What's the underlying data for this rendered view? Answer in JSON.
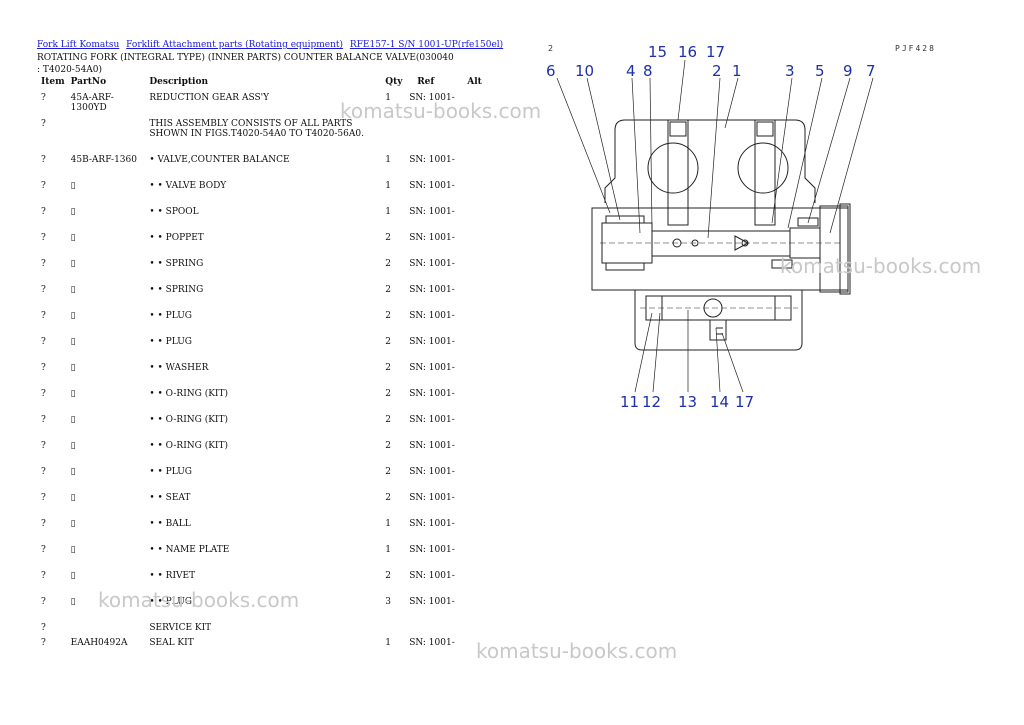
{
  "breadcrumbs": [
    "Fork Lift Komatsu",
    "Forklift Attachment parts (Rotating equipment)",
    "RFE157-1 S/N 1001-UP(rfe150el)"
  ],
  "title": "ROTATING FORK (INTEGRAL TYPE) (INNER PARTS) COUNTER BALANCE VALVE(030040 : T4020-54A0)",
  "columns": {
    "item": "Item",
    "partno": "PartNo",
    "description": "Description",
    "qty": "Qty",
    "ref": "Ref",
    "alt": "Alt"
  },
  "rows": [
    {
      "item": "?",
      "partno": "45A-ARF-1300YD",
      "description": "REDUCTION GEAR ASS'Y",
      "qty": "1",
      "ref": "SN: 1001-",
      "alt": ""
    },
    {
      "item": "?",
      "partno": "",
      "description": "THIS ASSEMBLY CONSISTS OF ALL PARTS SHOWN IN FIGS.T4020-54A0 TO T4020-56A0.",
      "qty": "",
      "ref": "",
      "alt": ""
    },
    {
      "item": "?",
      "partno": "45B-ARF-1360",
      "description": "• VALVE,COUNTER BALANCE",
      "qty": "1",
      "ref": "SN: 1001-",
      "alt": ""
    },
    {
      "item": "?",
      "partno": "▯",
      "description": "• • VALVE BODY",
      "qty": "1",
      "ref": "SN: 1001-",
      "alt": ""
    },
    {
      "item": "?",
      "partno": "▯",
      "description": "• • SPOOL",
      "qty": "1",
      "ref": "SN: 1001-",
      "alt": ""
    },
    {
      "item": "?",
      "partno": "▯",
      "description": "• • POPPET",
      "qty": "2",
      "ref": "SN: 1001-",
      "alt": ""
    },
    {
      "item": "?",
      "partno": "▯",
      "description": "• • SPRING",
      "qty": "2",
      "ref": "SN: 1001-",
      "alt": ""
    },
    {
      "item": "?",
      "partno": "▯",
      "description": "• • SPRING",
      "qty": "2",
      "ref": "SN: 1001-",
      "alt": ""
    },
    {
      "item": "?",
      "partno": "▯",
      "description": "• • PLUG",
      "qty": "2",
      "ref": "SN: 1001-",
      "alt": ""
    },
    {
      "item": "?",
      "partno": "▯",
      "description": "• • PLUG",
      "qty": "2",
      "ref": "SN: 1001-",
      "alt": ""
    },
    {
      "item": "?",
      "partno": "▯",
      "description": "• • WASHER",
      "qty": "2",
      "ref": "SN: 1001-",
      "alt": ""
    },
    {
      "item": "?",
      "partno": "▯",
      "description": "• • O-RING (KIT)",
      "qty": "2",
      "ref": "SN: 1001-",
      "alt": ""
    },
    {
      "item": "?",
      "partno": "▯",
      "description": "• • O-RING (KIT)",
      "qty": "2",
      "ref": "SN: 1001-",
      "alt": ""
    },
    {
      "item": "?",
      "partno": "▯",
      "description": "• • O-RING (KIT)",
      "qty": "2",
      "ref": "SN: 1001-",
      "alt": ""
    },
    {
      "item": "?",
      "partno": "▯",
      "description": "• • PLUG",
      "qty": "2",
      "ref": "SN: 1001-",
      "alt": ""
    },
    {
      "item": "?",
      "partno": "▯",
      "description": "• • SEAT",
      "qty": "2",
      "ref": "SN: 1001-",
      "alt": ""
    },
    {
      "item": "?",
      "partno": "▯",
      "description": "• • BALL",
      "qty": "1",
      "ref": "SN: 1001-",
      "alt": ""
    },
    {
      "item": "?",
      "partno": "▯",
      "description": "• • NAME PLATE",
      "qty": "1",
      "ref": "SN: 1001-",
      "alt": ""
    },
    {
      "item": "?",
      "partno": "▯",
      "description": "• • RIVET",
      "qty": "2",
      "ref": "SN: 1001-",
      "alt": ""
    },
    {
      "item": "?",
      "partno": "▯",
      "description": "• • PLUG",
      "qty": "3",
      "ref": "SN: 1001-",
      "alt": ""
    },
    {
      "item": "?",
      "partno": "",
      "description": "SERVICE KIT",
      "qty": "",
      "ref": "",
      "alt": ""
    },
    {
      "item": "?",
      "partno": "EAAH0492A",
      "description": "SEAL KIT",
      "qty": "1",
      "ref": "SN: 1001-",
      "alt": ""
    }
  ],
  "diagram": {
    "code": "PJF428",
    "corner_mark": "2",
    "callouts_top": [
      "6",
      "10",
      "4",
      "8",
      "15",
      "16",
      "17",
      "2",
      "1",
      "3",
      "5",
      "9",
      "7"
    ],
    "callouts_bottom": [
      "11",
      "12",
      "13",
      "14",
      "17"
    ],
    "callout_color": "#1f2fa8"
  },
  "watermark": "komatsu-books.com"
}
